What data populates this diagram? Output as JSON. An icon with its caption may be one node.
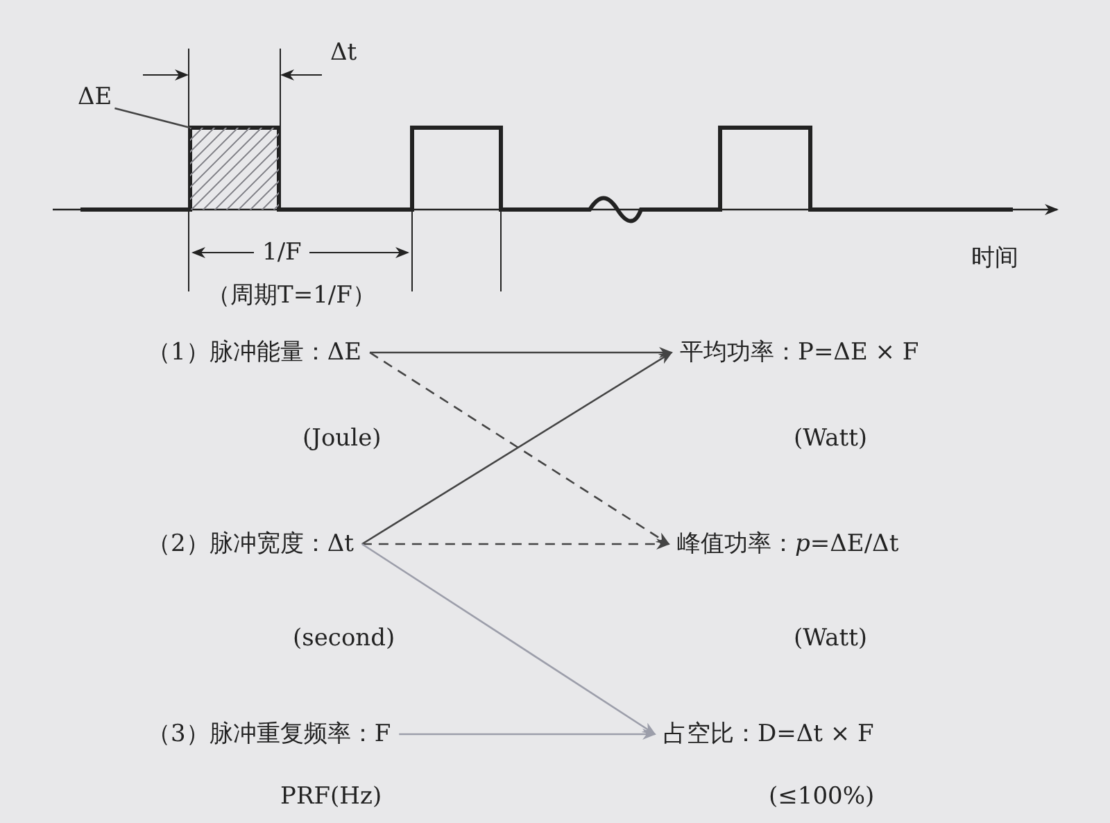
{
  "diagram": {
    "nodes": [
      {
        "text": [
          "ΔE"
        ]
      },
      {
        "text": [],
        "shape": "box"
      },
      {
        "text": [
          "（1）脉冲能量：ΔE"
        ],
        "beside": [
          "(Joule)"
        ]
      },
      {
        "text": [
          "平均功率：P=ΔE × F"
        ],
        "beside": [
          "(Watt)"
        ]
      },
      {
        "text": [
          "（2）脉冲宽度：Δt"
        ],
        "beside": [
          "(second)"
        ]
      },
      {
        "text": [
          "峰值功率：*p*=ΔE/Δt"
        ],
        "beside": [
          "(Watt)"
        ]
      },
      {
        "text": [
          "（3）脉冲重复频率：F"
        ],
        "beside": [
          "PRF(Hz)"
        ]
      },
      {
        "text": [
          "占空比：D=Δt × F"
        ],
        "beside": [
          "(≤100%)"
        ]
      }
    ],
    "edges": [
      {
        "from": 0,
        "to": 1,
        "arrow": "none"
      },
      {
        "from": 2,
        "to": 3,
        "arrow": "to"
      },
      {
        "from": 2,
        "to": 5,
        "arrow": "to",
        "style": "dashed"
      },
      {
        "from": 4,
        "to": 3,
        "arrow": "to"
      },
      {
        "from": 4,
        "to": 5,
        "arrow": "to",
        "style": "dashed"
      },
      {
        "from": 4,
        "to": 7,
        "arrow": "to",
        "color": "#9c9eaa"
      },
      {
        "from": 6,
        "to": 7,
        "arrow": "to",
        "color": "#9c9eaa"
      }
    ],
    "labels": [
      "Δt",
      "1/F",
      "（周期T=1/F）",
      "时间"
    ]
  }
}
